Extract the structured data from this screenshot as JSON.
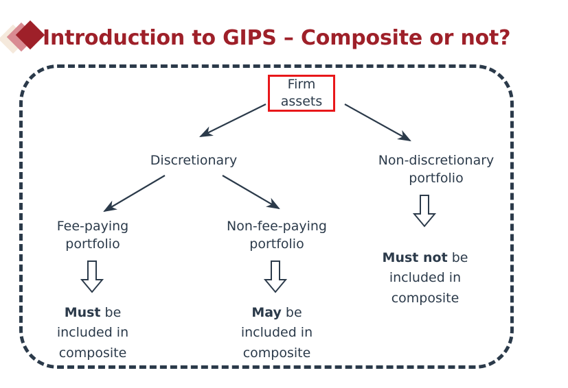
{
  "header": {
    "title": "Introduction to GIPS – Composite or not?",
    "title_color": "#9e2029",
    "logo": {
      "name": "three-diamonds-logo",
      "diamond_colors": [
        "#f5e9dc",
        "#d98b92",
        "#9e2029"
      ]
    }
  },
  "diagram": {
    "type": "decision-tree",
    "container_style": "dashed-rounded-rectangle",
    "container_color": "#2b3a4a",
    "text_color": "#2b3a4a",
    "root": {
      "label": "Firm\nassets",
      "border_color": "#e8171a",
      "fill": "#ffffff"
    },
    "level_two": [
      {
        "label": "Discretionary"
      },
      {
        "label": "Non-discretionary\nportfolio"
      }
    ],
    "level_three": [
      {
        "label": "Fee-paying\nportfolio"
      },
      {
        "label": "Non-fee-paying\nportfolio"
      }
    ],
    "outcomes": [
      {
        "emphasis": "Must",
        "rest": " be",
        "line2": "included in",
        "line3": "composite"
      },
      {
        "emphasis": "May",
        "rest": " be",
        "line2": "included in",
        "line3": "composite"
      },
      {
        "emphasis": "Must not",
        "rest": " be",
        "line2": "included in",
        "line3": "composite"
      }
    ],
    "connectors": [
      {
        "name": "arrow-firm-to-discretionary",
        "style": "line-arrow"
      },
      {
        "name": "arrow-firm-to-nondiscretionary",
        "style": "line-arrow"
      },
      {
        "name": "arrow-discretionary-to-feepaying",
        "style": "line-arrow"
      },
      {
        "name": "arrow-discretionary-to-nonfeepaying",
        "style": "line-arrow"
      },
      {
        "name": "block-arrow-feepaying",
        "style": "hollow-block-arrow"
      },
      {
        "name": "block-arrow-nonfeepaying",
        "style": "hollow-block-arrow"
      },
      {
        "name": "block-arrow-nondiscretionary",
        "style": "hollow-block-arrow"
      }
    ]
  },
  "footer": {
    "clipped_text": ""
  }
}
